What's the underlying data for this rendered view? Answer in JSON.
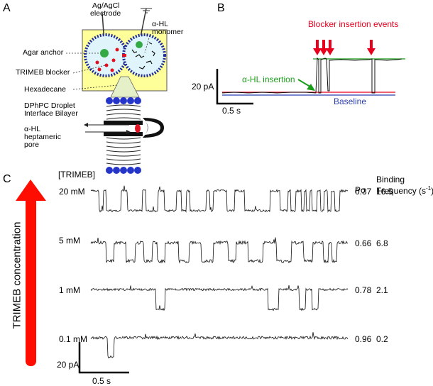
{
  "panel_a": {
    "label": "A",
    "labels": {
      "electrode": [
        "Ag/AgCl",
        "electrode"
      ],
      "monomer": [
        "α-HL",
        "monomer"
      ],
      "agar": "Agar anchor",
      "trimeb": "TRIMEB blocker",
      "hexadecane": "Hexadecane",
      "bilayer": [
        "DPhPC Droplet",
        "Interface Bilayer"
      ],
      "pore": [
        "α-HL",
        "heptameric",
        "pore"
      ]
    }
  },
  "panel_b": {
    "label": "B",
    "events_label": "Blocker insertion events",
    "insertion_label": "α-HL insertion",
    "baseline_label": "Baseline",
    "scale_y": "20 pA",
    "scale_x": "0.5 s",
    "colors": {
      "events": "#e8001c",
      "insertion": "#1a9e1a",
      "baseline": "#2b3fb0"
    }
  },
  "panel_c": {
    "label": "C",
    "header_conc": "[TRIMEB]",
    "header_po": "Po",
    "header_freq": [
      "Binding",
      "Frequency (s",
      "-1",
      ")"
    ],
    "axis_label": "TRIMEB  concentration",
    "scale_y": "20 pA",
    "scale_x": "0.5 s",
    "arrow_color": "#ff0d00",
    "traces": [
      {
        "conc": "20 mM",
        "po": "0.37",
        "freq": "16.5"
      },
      {
        "conc": "5 mM",
        "po": "0.66",
        "freq": "6.8"
      },
      {
        "conc": "1 mM",
        "po": "0.78",
        "freq": "2.1"
      },
      {
        "conc": "0.1 mM",
        "po": "0.96",
        "freq": "0.2"
      }
    ]
  }
}
